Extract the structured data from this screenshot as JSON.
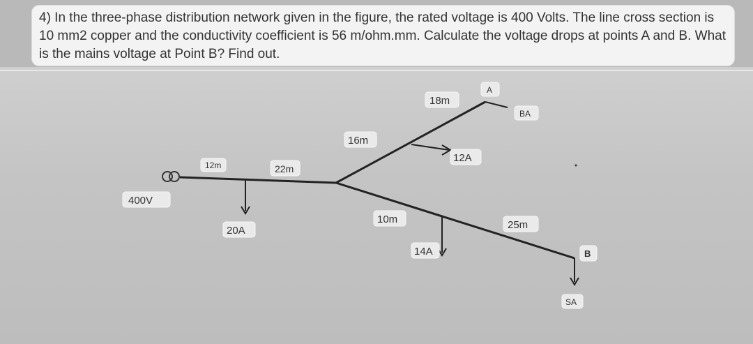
{
  "question": {
    "text": "4) In the three-phase distribution network given in the figure, the rated voltage is 400 Volts. The line cross section is 10 mm2 copper and the conductivity coefficient is 56 m/ohm.mm. Calculate the voltage drops at points A and B. What is the mains voltage at Point B? Find out."
  },
  "diagram": {
    "source_voltage": "400V",
    "segments": {
      "seg1": "12m",
      "seg2": "22m",
      "upper_branch_1": "16m",
      "upper_branch_2": "18m",
      "lower_branch_1": "10m",
      "lower_branch_2": "25m"
    },
    "loads": {
      "load1": "20A",
      "upper_load": "12A",
      "lower_load": "14A",
      "end_load_b": "SA"
    },
    "points": {
      "a": "A",
      "b": "B",
      "ba": "BA"
    }
  }
}
